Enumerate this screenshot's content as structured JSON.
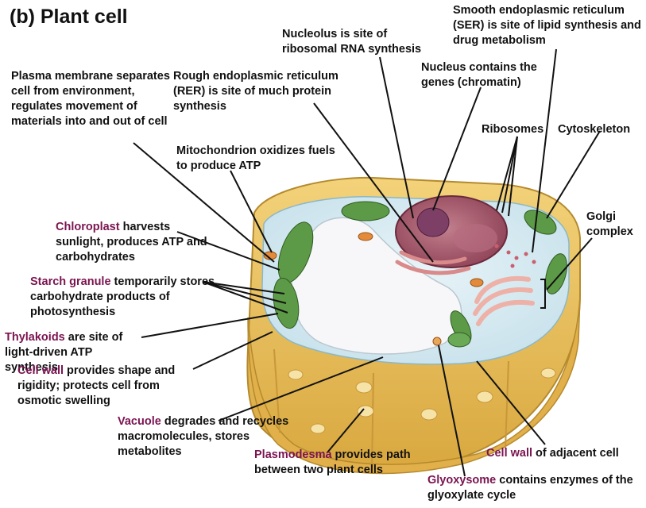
{
  "title": "(b) Plant cell",
  "labels": {
    "ser": "Smooth endoplasmic reticulum (SER) is site of lipid synthesis and drug metabolism",
    "nucleolus": "Nucleolus is site of ribosomal RNA synthesis",
    "nucleus": "Nucleus contains the genes (chromatin)",
    "plasma_membrane": "Plasma membrane separates cell from environment, regulates movement of materials into and out of cell",
    "rer": "Rough endoplasmic reticulum (RER) is site of much protein synthesis",
    "ribosomes": "Ribosomes",
    "cytoskeleton": "Cytoskeleton",
    "mitochondrion": "Mitochondrion oxidizes fuels to produce ATP",
    "golgi": "Golgi complex",
    "chloroplast": {
      "term": "Chloroplast",
      "desc": " harvests sunlight, produces ATP and carbohydrates"
    },
    "starch": {
      "term": "Starch granule",
      "desc": " temporarily stores carbohydrate products of photosynthesis"
    },
    "thylakoids": {
      "term": "Thylakoids",
      "desc": " are site of light-driven ATP synthesis"
    },
    "cell_wall": {
      "term": "Cell wall",
      "desc": " provides shape and rigidity; protects cell from osmotic swelling"
    },
    "vacuole": {
      "term": "Vacuole",
      "desc": " degrades and recycles macromolecules, stores metabolites"
    },
    "plasmodesma": {
      "term": "Plasmodesma",
      "desc": " provides path between two plant cells"
    },
    "cell_wall_adjacent": {
      "term": "Cell wall",
      "desc": " of adjacent cell"
    },
    "glyoxysome": {
      "term": "Glyoxysome",
      "desc": " contains enzymes of the glyoxylate cycle"
    }
  },
  "colors": {
    "term": "#7a1450",
    "cell_wall": "#e8bd55",
    "cytoplasm": "#dbeef5",
    "vacuole": "#f7f7f9",
    "chloroplast": "#5d9a47",
    "nucleus": "#a65a6d",
    "golgi": "#eeb1a8"
  }
}
